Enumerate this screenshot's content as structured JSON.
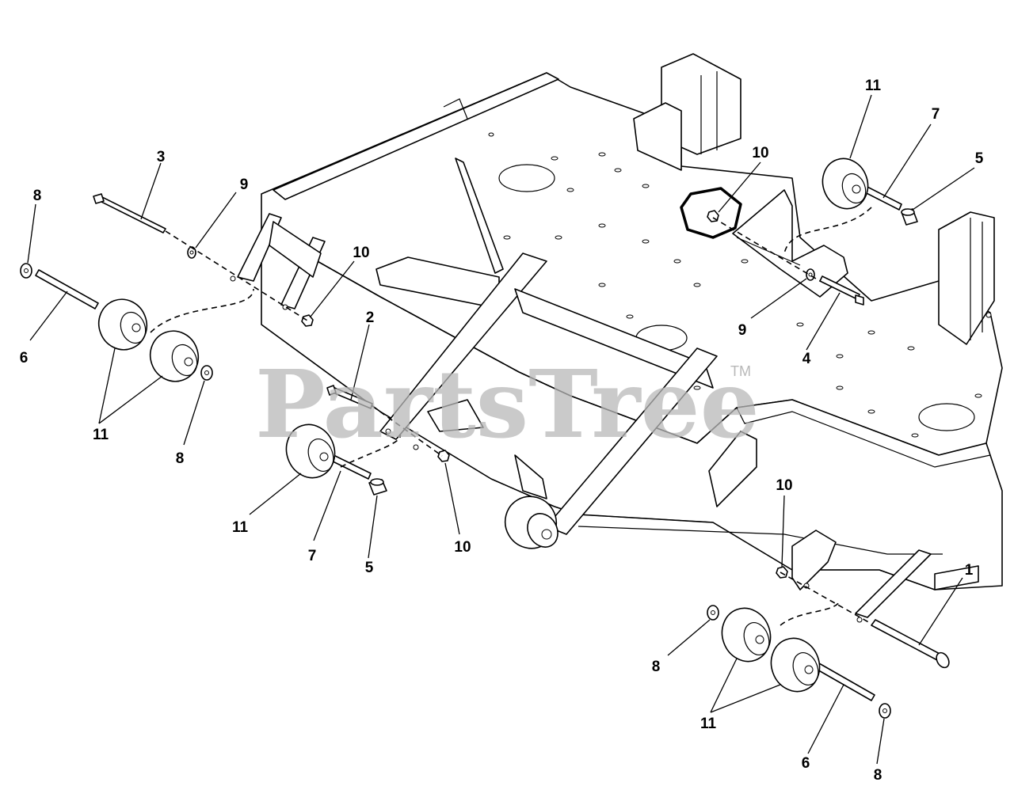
{
  "watermark": {
    "text": "PartsTree",
    "trademark": "TM"
  },
  "callouts": {
    "c1": "1",
    "c2": "2",
    "c3": "3",
    "c4": "4",
    "c5_left": "5",
    "c5_right": "5",
    "c6_left": "6",
    "c6_right": "6",
    "c7_left": "7",
    "c7_right": "7",
    "c8_topleft": "8",
    "c8_left": "8",
    "c8_bottom_a": "8",
    "c8_bottom_b": "8",
    "c9_left": "9",
    "c9_right": "9",
    "c10_left": "10",
    "c10_center": "10",
    "c10_top": "10",
    "c10_right": "10",
    "c11_left": "11",
    "c11_center": "11",
    "c11_top": "11",
    "c11_bottom": "11"
  }
}
